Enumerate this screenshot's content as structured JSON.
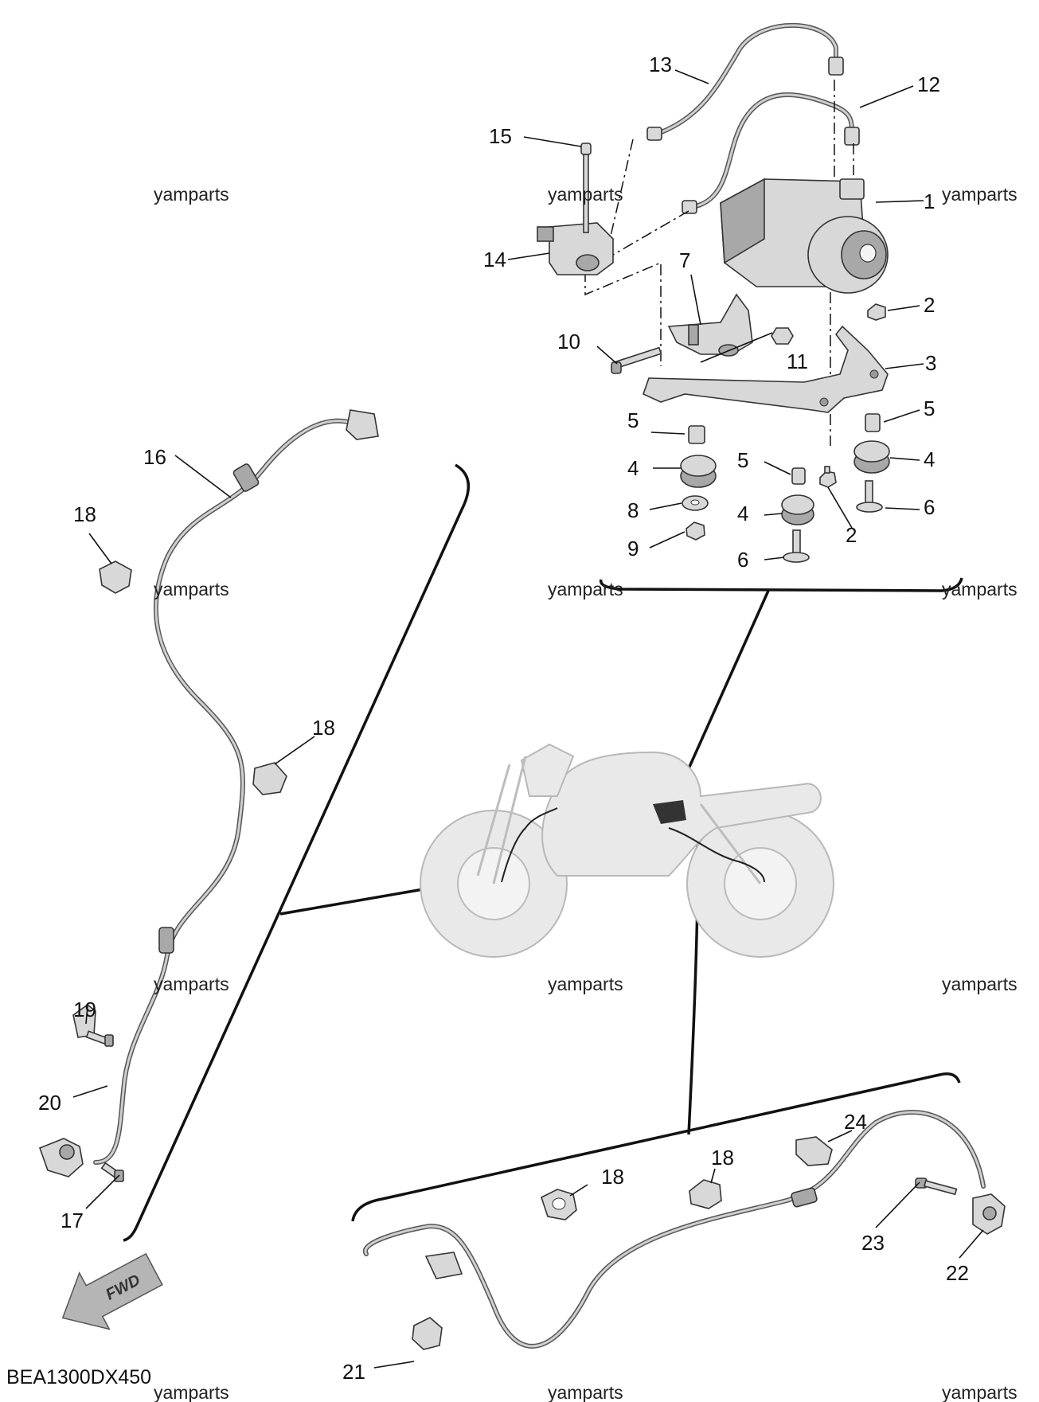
{
  "diagram_code": "BEA1300DX450",
  "watermark": "yamparts",
  "fwd_label": "FWD",
  "callouts": {
    "c1": "1",
    "c2a": "2",
    "c2b": "2",
    "c3": "3",
    "c4a": "4",
    "c4b": "4",
    "c4c": "4",
    "c5a": "5",
    "c5b": "5",
    "c5c": "5",
    "c6a": "6",
    "c6b": "6",
    "c7": "7",
    "c8": "8",
    "c9": "9",
    "c10": "10",
    "c11": "11",
    "c12": "12",
    "c13": "13",
    "c14": "14",
    "c15": "15",
    "c16": "16",
    "c17": "17",
    "c18a": "18",
    "c18b": "18",
    "c18c": "18",
    "c18d": "18",
    "c19": "19",
    "c20": "20",
    "c21": "21",
    "c22": "22",
    "c23": "23",
    "c24": "24"
  }
}
